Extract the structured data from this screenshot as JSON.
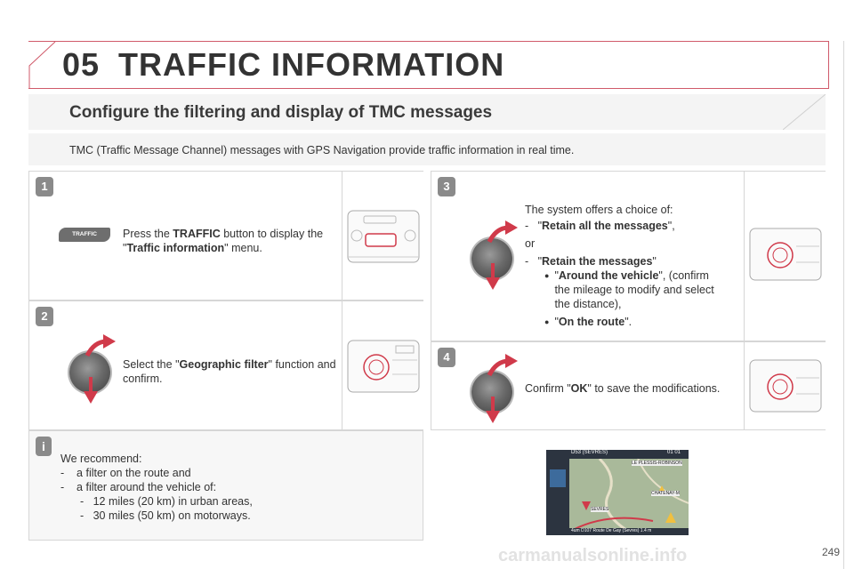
{
  "header": {
    "chapter_number": "05",
    "chapter_title": "TRAFFIC INFORMATION"
  },
  "section": {
    "title": "Configure the filtering and display of TMC messages",
    "intro": "TMC (Traffic Message Channel) messages with GPS Navigation provide traffic information in real time."
  },
  "steps": [
    {
      "number": "1",
      "button_label": "TRAFFIC",
      "text_pre": "Press the ",
      "text_bold1": "TRAFFIC",
      "text_mid": " button to display the \"",
      "text_bold2": "Traffic information",
      "text_post": "\" menu."
    },
    {
      "number": "2",
      "text_pre": "Select the \"",
      "text_bold": "Geographic filter",
      "text_post": "\" function and confirm."
    },
    {
      "number": "3",
      "intro": "The system offers a choice of:",
      "option1_dash": "-",
      "option1_pre": "\"",
      "option1_bold": "Retain all the messages",
      "option1_post": "\",",
      "or": "or",
      "option2_dash": "-",
      "option2_pre": "\"",
      "option2_bold": "Retain the messages",
      "option2_post": "\"",
      "sub1_bullet": "●",
      "sub1_pre": "\"",
      "sub1_bold": "Around the vehicle",
      "sub1_post": "\", (confirm the mileage to modify and select the distance),",
      "sub2_bullet": "●",
      "sub2_pre": "\"",
      "sub2_bold": "On the route",
      "sub2_post": "\"."
    },
    {
      "number": "4",
      "text_pre": "Confirm \"",
      "text_bold": "OK",
      "text_post": "\" to save the modifications."
    }
  ],
  "recommendation": {
    "icon": "info-icon",
    "lines": [
      "We recommend:",
      "-    a filter on the route and",
      "-    a filter around the vehicle of:",
      "-   12 miles (20 km) in urban areas,",
      "-   30 miles (50 km) on motorways."
    ]
  },
  "map_screen": {
    "top_left": "D53 (SEVRES)",
    "top_right": "01 01",
    "place1": "LE PLESSIS-ROBINSON",
    "place2": "CHATENAY-M",
    "place3": "SEVRES",
    "footer": "4um  D107 Route De Gay (Sevres)  1.4 m"
  },
  "page_number": "249",
  "watermark": "carmanualsonline.info",
  "colors": {
    "accent_red": "#d03a4a",
    "badge_gray": "#8a8a8a"
  }
}
